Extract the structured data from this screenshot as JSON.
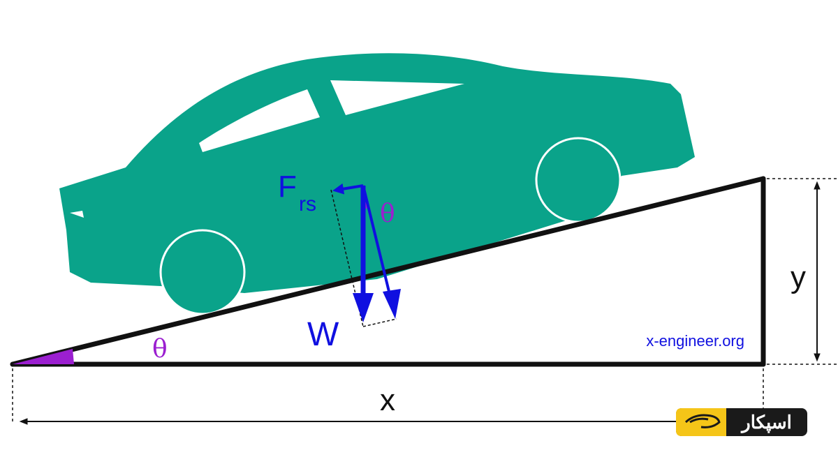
{
  "labels": {
    "force_main": "F",
    "force_sub": "rs",
    "theta_force": "θ",
    "weight": "W",
    "theta_base": "θ",
    "x": "x",
    "y": "y",
    "watermark": "x-engineer.org"
  },
  "logo": {
    "text": "اسپکار",
    "colors": {
      "badge": "#f5c518",
      "bg": "#1a1a1a",
      "text": "#ffffff"
    }
  },
  "colors": {
    "car": "#0aa38a",
    "vector": "#1010e0",
    "angle": "#9b1fd0",
    "line": "#111111"
  }
}
